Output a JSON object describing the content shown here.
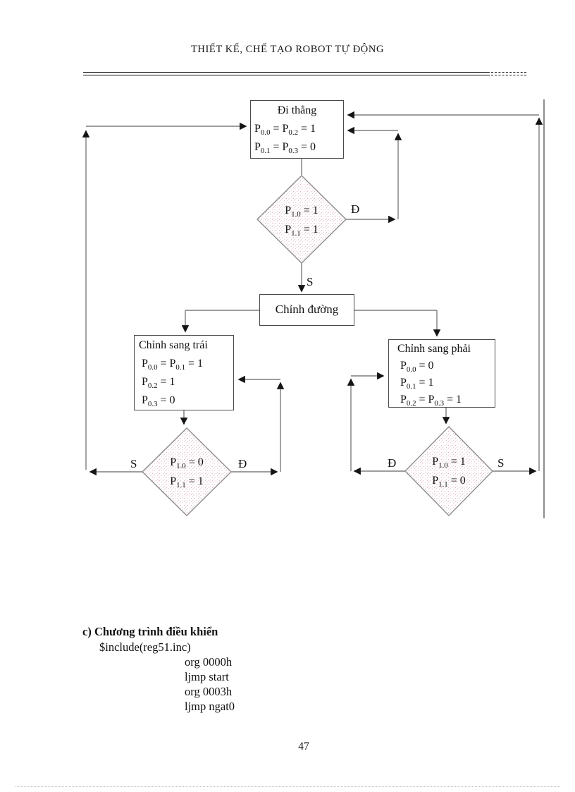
{
  "header": {
    "title": "THIẾT KẾ, CHẾ TẠO ROBOT TỰ ĐỘNG"
  },
  "flowchart": {
    "straight_box": {
      "title": "Đi thẳng",
      "line1": "P0.0 = P0.2 = 1",
      "line2": "P0.1 = P0.3 = 0"
    },
    "decision_main": {
      "line1": "P1.0 = 1",
      "line2": "P1.1 = 1",
      "branch_yes": "Đ",
      "branch_no": "S"
    },
    "adjust_box": {
      "title": "Chỉnh đường"
    },
    "left_box": {
      "title": "Chỉnh sang trái",
      "line1": "P0.0 = P0.1 = 1",
      "line2": "P0.2 = 1",
      "line3": "P0.3 = 0"
    },
    "right_box": {
      "title": "Chỉnh sang phải",
      "line1": "P0.0 = 0",
      "line2": "P0.1 = 1",
      "line3": "P0.2 = P0.3 = 1"
    },
    "decision_left": {
      "line1": "P1.0 = 0",
      "line2": "P1.1 = 1",
      "branch_no": "S",
      "branch_yes": "Đ"
    },
    "decision_right": {
      "line1": "P1.0 = 1",
      "line2": "P1.1 = 0",
      "branch_yes": "Đ",
      "branch_no": "S"
    }
  },
  "code_section": {
    "heading": "c) Chương trình điều khiển",
    "include_line": "$include(reg51.inc)",
    "line1": "org 0000h",
    "line2": "ljmp start",
    "line3": "org 0003h",
    "line4": "ljmp ngat0"
  },
  "footer": {
    "page_number": "47"
  }
}
